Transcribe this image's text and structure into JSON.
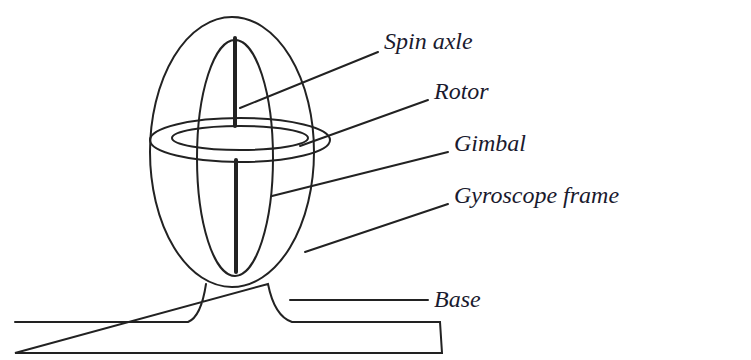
{
  "diagram": {
    "labels": [
      "Spin axle",
      "Rotor",
      "Gimbal",
      "Gyroscope frame",
      "Base"
    ]
  }
}
